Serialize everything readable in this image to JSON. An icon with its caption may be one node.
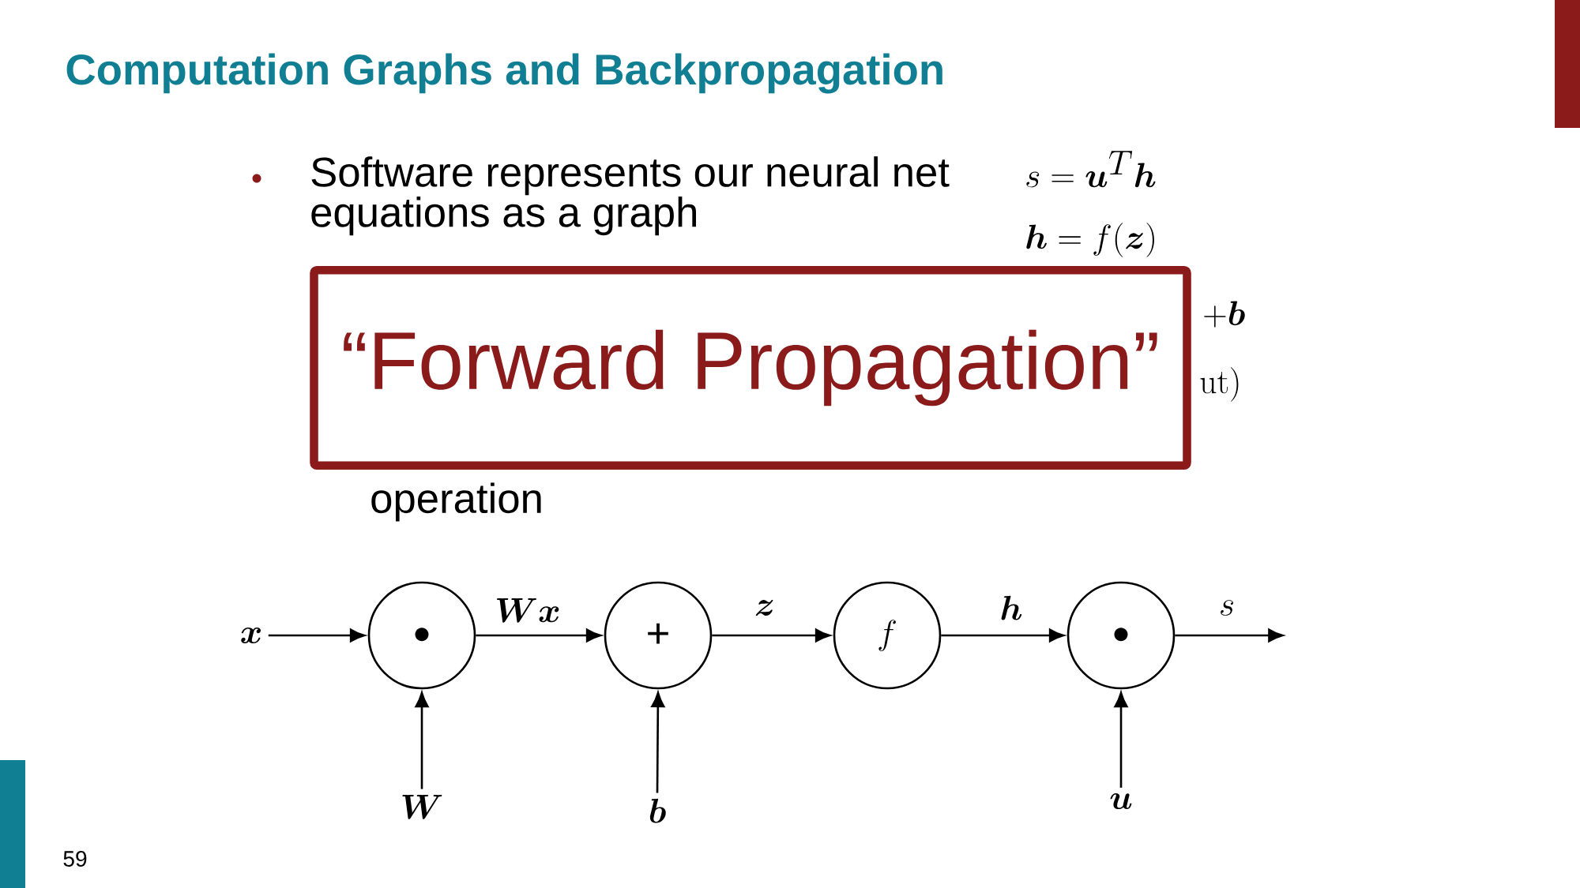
{
  "diagram": {
    "title": "Computation Graphs and Backpropagation",
    "nodes": [
      {
        "text": [
          "\\boldsymbol{x}"
        ]
      },
      {
        "text": [
          "\\bullet"
        ]
      },
      {
        "text": [
          "\\boldsymbol{W}"
        ]
      },
      {
        "text": [
          "+"
        ]
      },
      {
        "text": [
          "\\boldsymbol{b}"
        ]
      },
      {
        "text": [
          "f"
        ]
      },
      {
        "text": [
          "\\bullet"
        ]
      },
      {
        "text": [
          "\\boldsymbol{u}"
        ]
      },
      {
        "text": [
          "“Forward Propagation”"
        ]
      }
    ],
    "edges": [
      {
        "from": 0,
        "to": 1,
        "arrow": "to"
      },
      {
        "from": 2,
        "to": 1,
        "arrow": "to"
      },
      {
        "from": 1,
        "to": 3,
        "arrow": "to",
        "label": "\\boldsymbol{W}\\boldsymbol{x}"
      },
      {
        "from": 4,
        "to": 3,
        "arrow": "to"
      },
      {
        "from": 3,
        "to": 5,
        "arrow": "to",
        "label": "\\boldsymbol{z}"
      },
      {
        "from": 5,
        "to": 6,
        "arrow": "to",
        "label": "\\boldsymbol{h}"
      },
      {
        "from": 7,
        "to": 6,
        "arrow": "to"
      },
      {
        "from": 6,
        "to": null,
        "arrow": "to",
        "label": "s"
      }
    ],
    "labels": [
      "Software represents our neural net equations as a graph",
      "s = \\boldsymbol{u}^T\\boldsymbol{h}",
      "\\boldsymbol{h} = f(\\boldsymbol{z})",
      "+ \\boldsymbol{b}",
      "\\mathrm{ut})",
      "operation",
      "59"
    ]
  }
}
